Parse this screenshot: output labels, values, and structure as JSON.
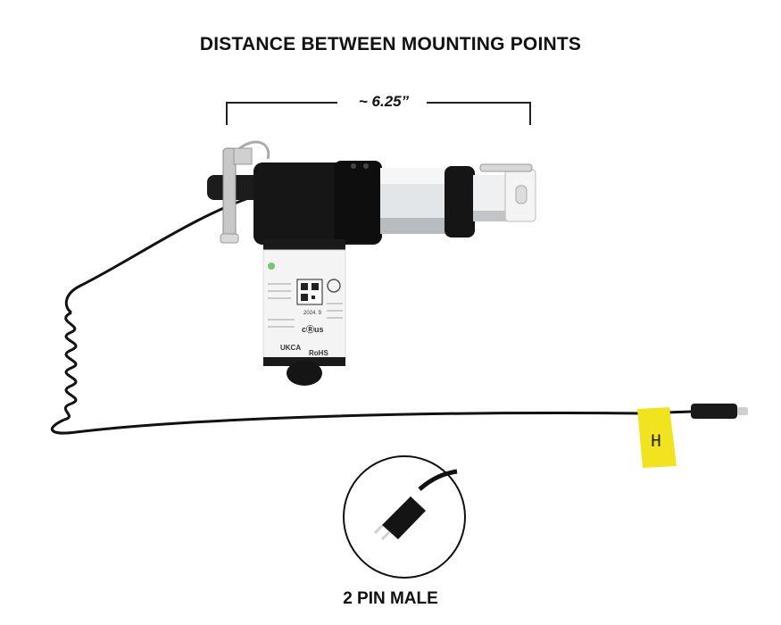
{
  "header": {
    "title": "DISTANCE BETWEEN MOUNTING POINTS"
  },
  "dimension": {
    "label": "~ 6.25”"
  },
  "cable_tag": {
    "letter": "H"
  },
  "connector": {
    "label": "2 PIN MALE"
  },
  "product_label": {
    "date": "2024. 9",
    "marks": [
      "UKCA",
      "RoHS",
      "cⓇus"
    ]
  }
}
